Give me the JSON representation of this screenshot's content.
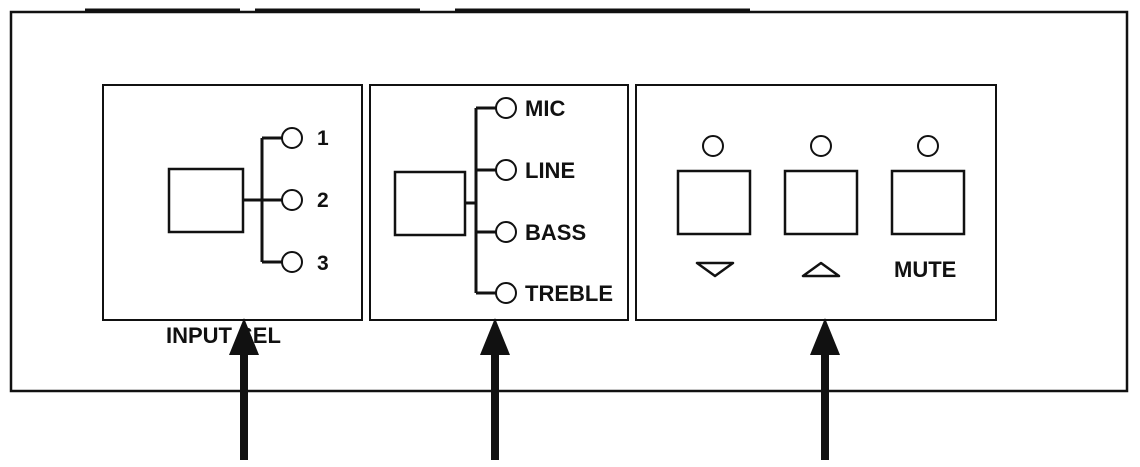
{
  "colors": {
    "line": "#111111",
    "background": "#ffffff"
  },
  "input_panel": {
    "label": "INPUT SEL",
    "channels": [
      "1",
      "2",
      "3"
    ]
  },
  "mode_panel": {
    "modes": [
      "MIC",
      "LINE",
      "BASS",
      "TREBLE"
    ]
  },
  "volume_panel": {
    "down_icon": "triangle-down-icon",
    "up_icon": "triangle-up-icon",
    "mute_label": "MUTE"
  }
}
